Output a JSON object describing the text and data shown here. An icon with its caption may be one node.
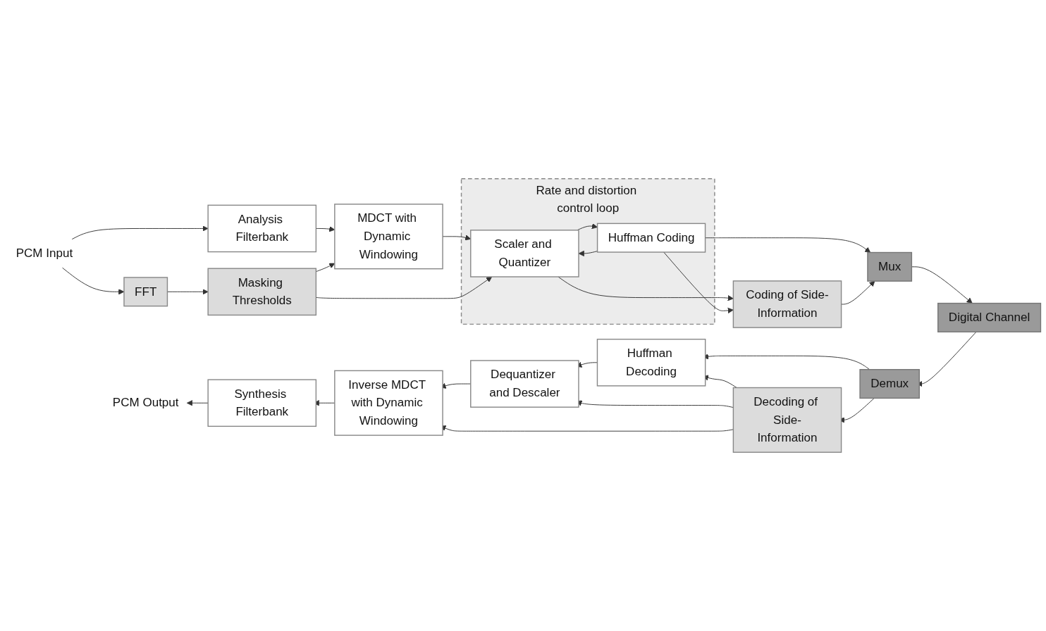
{
  "diagram": {
    "nodes": [
      {
        "text": [
          "PCM Input"
        ]
      },
      {
        "text": [
          "Analysis Filterbank"
        ]
      },
      {
        "text": [
          "MDCT with Dynamic Windowing"
        ]
      },
      {
        "text": [
          "Rate and distortion control loop"
        ]
      },
      {
        "text": [
          "Scaler and Quantizer"
        ],
        "in": 3
      },
      {
        "text": [
          "Huffman Coding"
        ],
        "in": 3
      },
      {
        "text": [
          "FFT"
        ]
      },
      {
        "text": [
          "Masking Thresholds"
        ]
      },
      {
        "text": [
          "Coding of Side-Information"
        ]
      },
      {
        "text": [
          "Mux"
        ]
      },
      {
        "text": [
          "Digital Channel"
        ]
      },
      {
        "text": [
          "PCM Output"
        ]
      },
      {
        "text": [
          "Synthesis Filterbank"
        ]
      },
      {
        "text": [
          "Inverse MDCT with Dynamic Windowing"
        ]
      },
      {
        "text": [
          "Dequantizer and Descaler"
        ]
      },
      {
        "text": [
          "Huffman Decoding"
        ]
      },
      {
        "text": [
          "Demux"
        ]
      },
      {
        "text": [
          "Decoding of Side-Information"
        ]
      }
    ],
    "edges": [
      {
        "from": 0,
        "to": 1,
        "arrow": "to"
      },
      {
        "from": 0,
        "to": 6,
        "arrow": "to"
      },
      {
        "from": 1,
        "to": 2,
        "arrow": "to"
      },
      {
        "from": 2,
        "to": 4,
        "arrow": "to"
      },
      {
        "from": 4,
        "to": 5,
        "arrow": "to"
      },
      {
        "from": 5,
        "to": 4,
        "arrow": "to"
      },
      {
        "from": 6,
        "to": 7,
        "arrow": "to"
      },
      {
        "from": 7,
        "to": 2,
        "arrow": "to"
      },
      {
        "from": 7,
        "to": 4,
        "arrow": "to"
      },
      {
        "from": 4,
        "to": 8,
        "arrow": "to"
      },
      {
        "from": 5,
        "to": 8,
        "arrow": "to"
      },
      {
        "from": 5,
        "to": 9,
        "arrow": "to"
      },
      {
        "from": 8,
        "to": 9,
        "arrow": "to"
      },
      {
        "from": 9,
        "to": 10,
        "arrow": "to"
      },
      {
        "from": 10,
        "to": 16,
        "arrow": "to"
      },
      {
        "from": 16,
        "to": 15,
        "arrow": "to"
      },
      {
        "from": 16,
        "to": 17,
        "arrow": "to"
      },
      {
        "from": 15,
        "to": 14,
        "arrow": "to"
      },
      {
        "from": 14,
        "to": 13,
        "arrow": "to"
      },
      {
        "from": 13,
        "to": 12,
        "arrow": "to"
      },
      {
        "from": 12,
        "to": 11,
        "arrow": "to"
      },
      {
        "from": 17,
        "to": 15,
        "arrow": "to"
      },
      {
        "from": 17,
        "to": 14,
        "arrow": "to"
      },
      {
        "from": 17,
        "to": 13,
        "arrow": "to"
      }
    ]
  }
}
